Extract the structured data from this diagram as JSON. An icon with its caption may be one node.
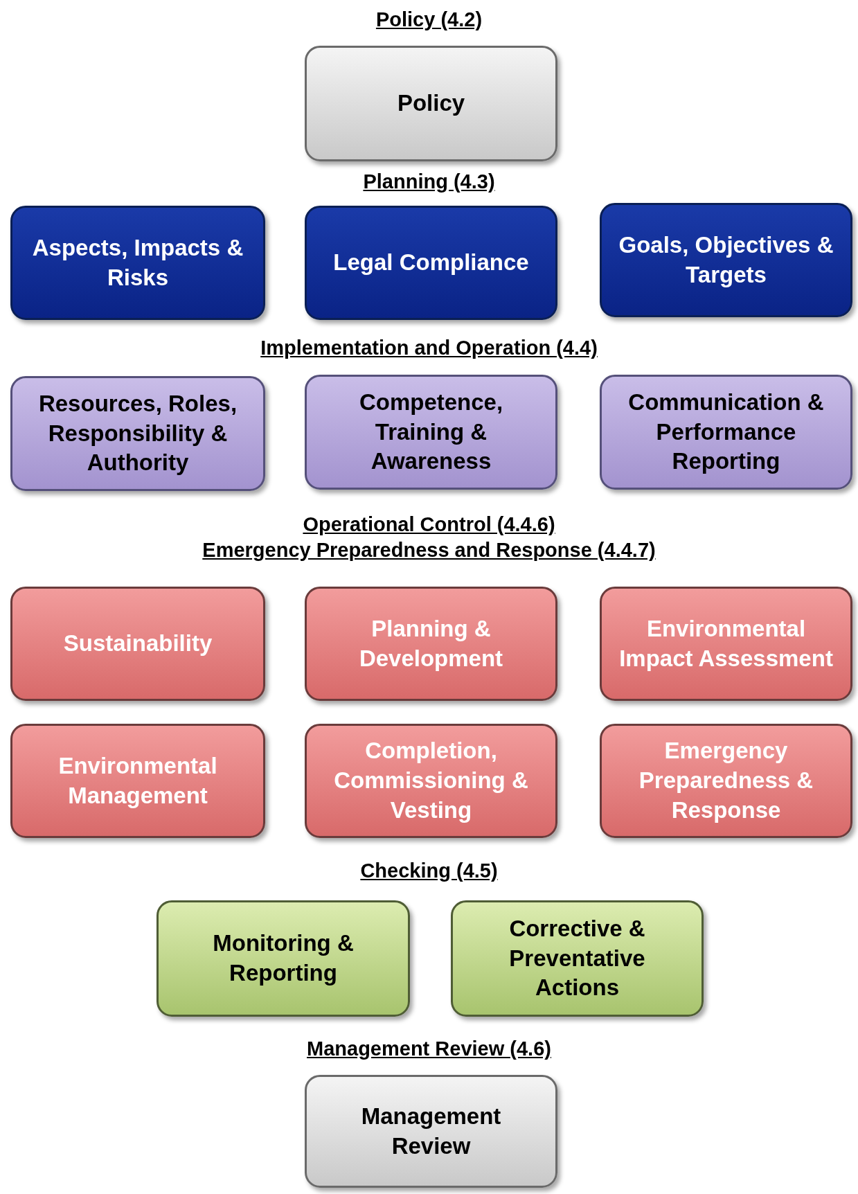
{
  "diagram": {
    "nodes": [
      {
        "text": [
          "Policy"
        ]
      },
      {
        "text": [
          "Aspects, Impacts & Risks"
        ]
      },
      {
        "text": [
          "Legal Compliance"
        ]
      },
      {
        "text": [
          "Goals, Objectives & Targets"
        ]
      },
      {
        "text": [
          "Resources, Roles, Responsibility & Authority"
        ]
      },
      {
        "text": [
          "Competence, Training & Awareness"
        ]
      },
      {
        "text": [
          "Communication & Performance Reporting"
        ]
      },
      {
        "text": [
          "Sustainability"
        ]
      },
      {
        "text": [
          "Planning & Development"
        ]
      },
      {
        "text": [
          "Environmental Impact Assessment"
        ]
      },
      {
        "text": [
          "Environmental Management"
        ]
      },
      {
        "text": [
          "Completion, Commissioning & Vesting"
        ]
      },
      {
        "text": [
          "Emergency Preparedness & Response"
        ]
      },
      {
        "text": [
          "Monitoring & Reporting"
        ]
      },
      {
        "text": [
          "Corrective & Preventative Actions"
        ]
      },
      {
        "text": [
          "Management Review"
        ]
      }
    ],
    "labels": [
      "Policy (4.2)",
      "Planning (4.3)",
      "Implementation and Operation (4.4)",
      "Operational Control (4.4.6)",
      "Emergency Preparedness and Response (4.4.7)",
      "Checking (4.5)",
      "Management Review (4.6)"
    ]
  }
}
